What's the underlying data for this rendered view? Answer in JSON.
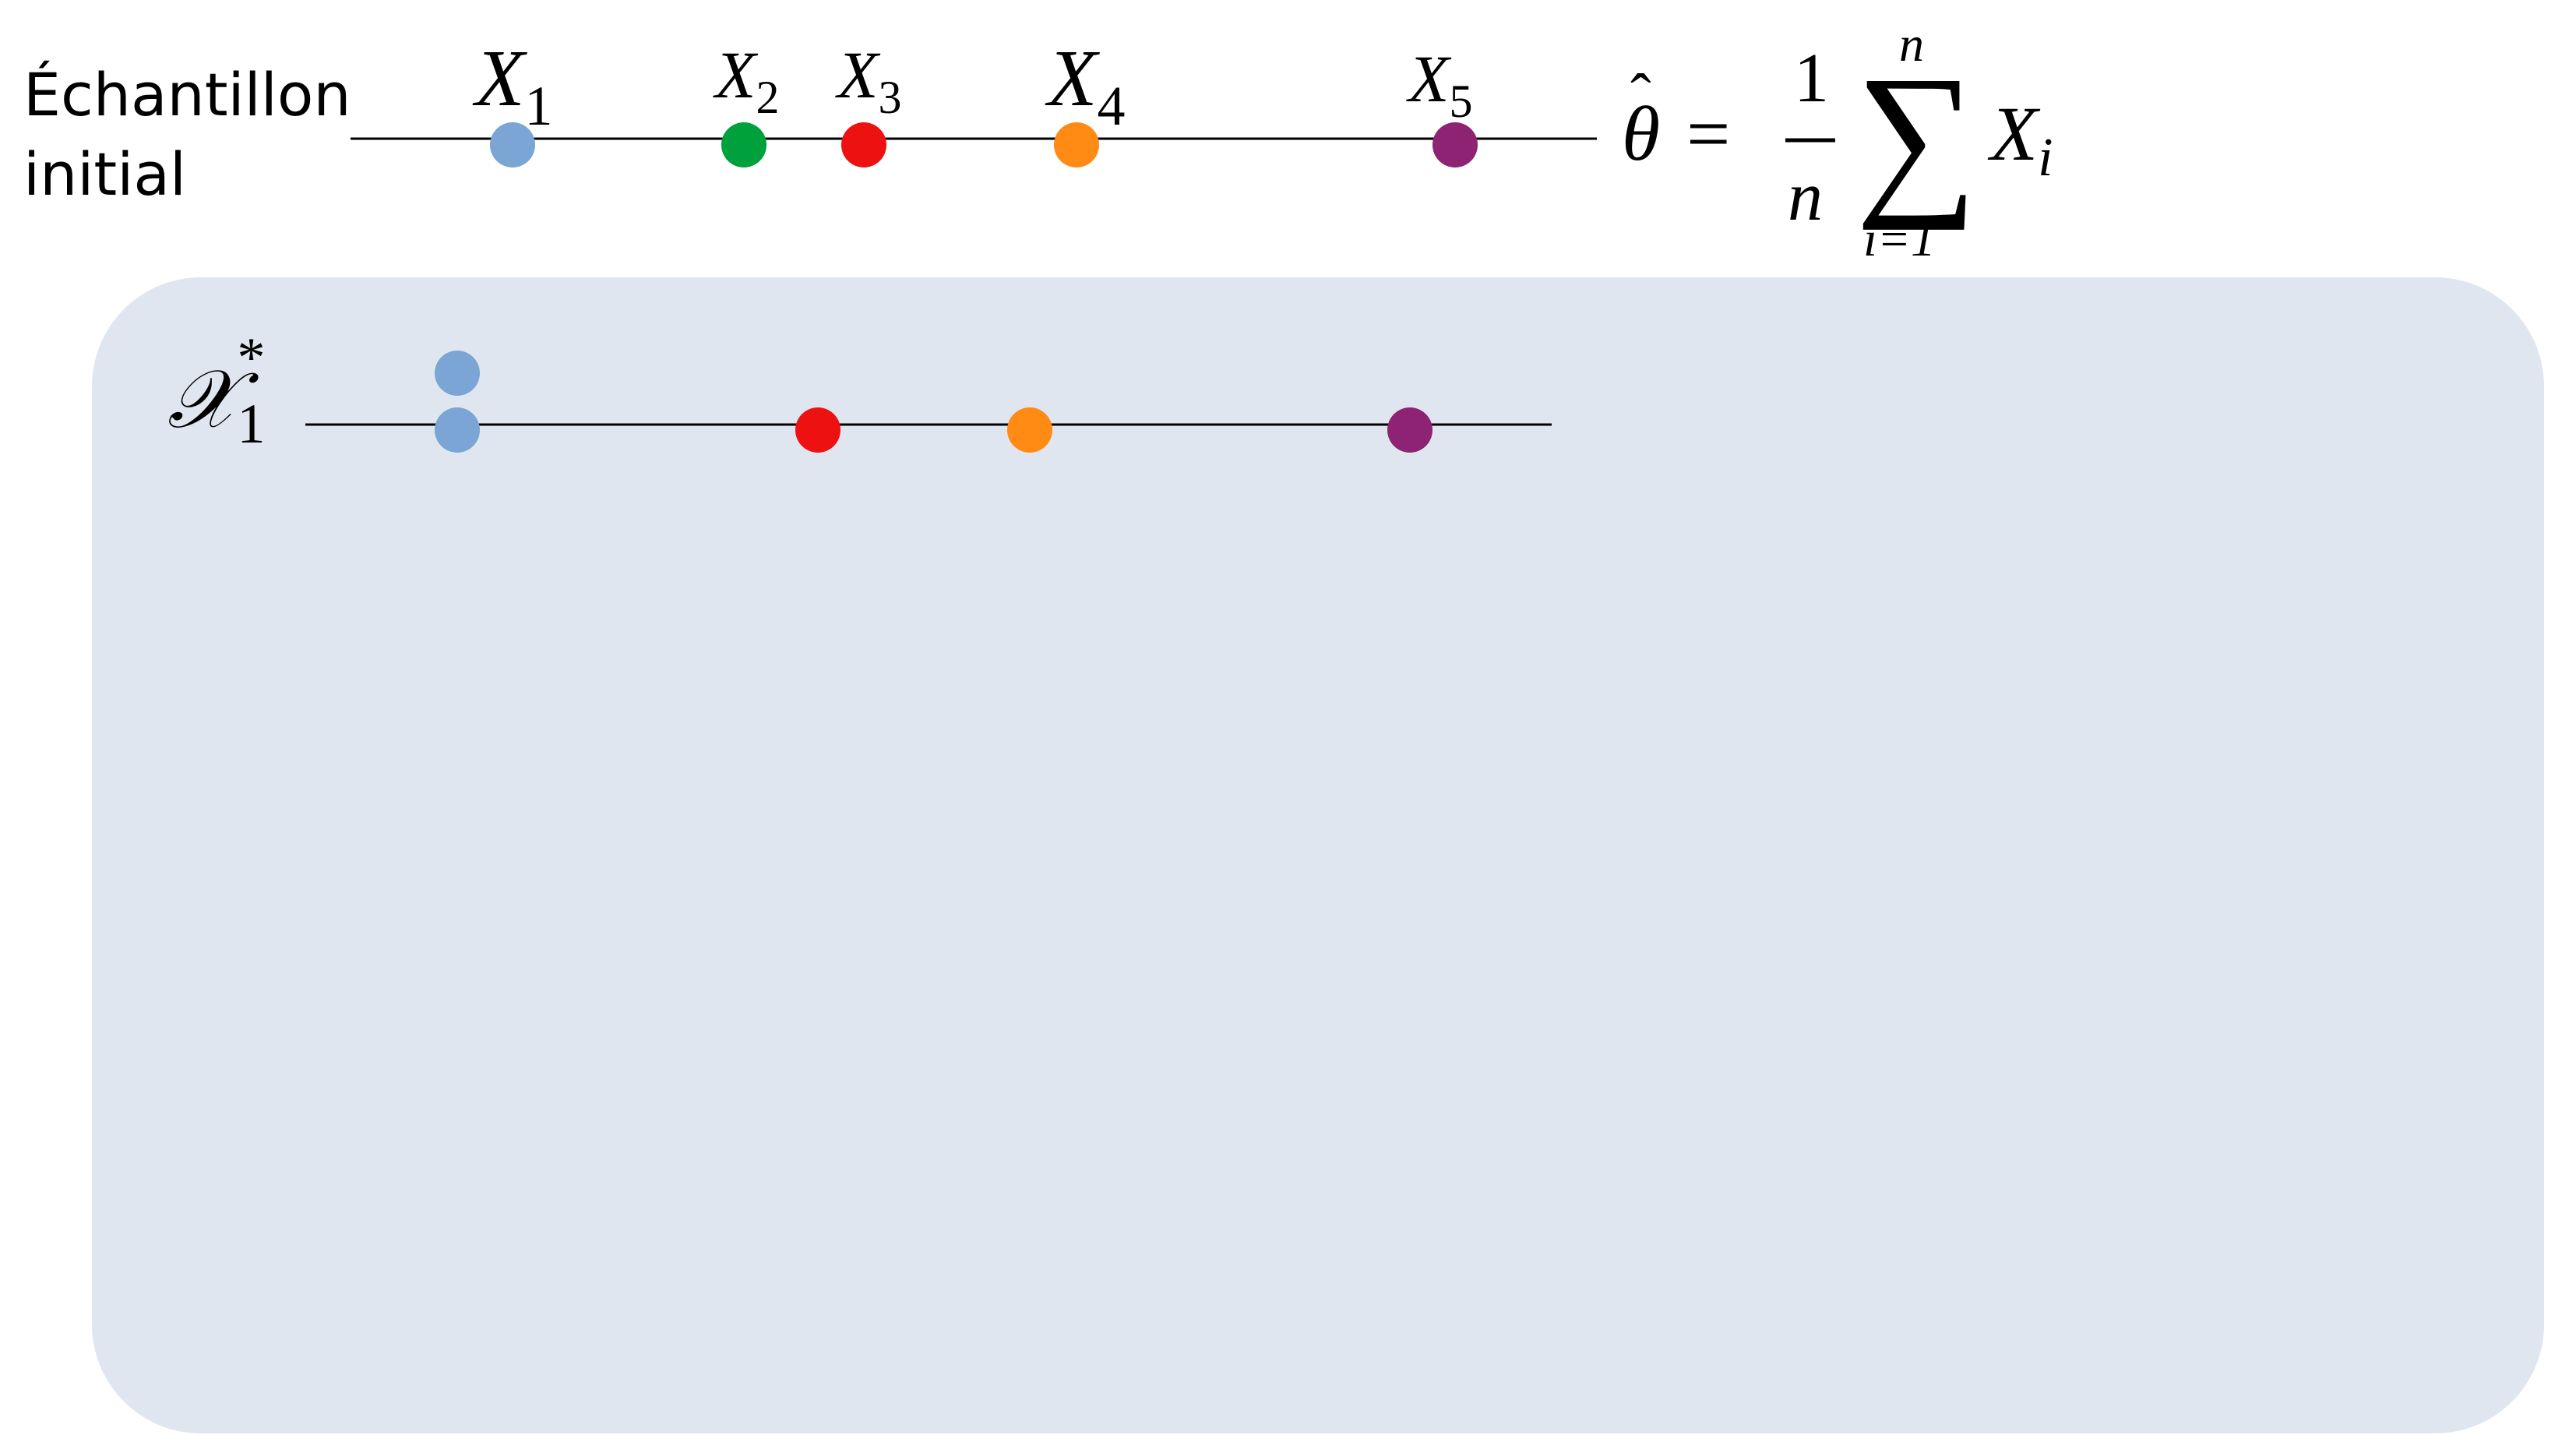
{
  "initial_sample": {
    "label_line1": "Échantillon",
    "label_line2": "initial",
    "points": [
      {
        "var": "X",
        "sub": "1",
        "color": "#7AA5D4"
      },
      {
        "var": "X",
        "sub": "2",
        "color": "#00A03C"
      },
      {
        "var": "X",
        "sub": "3",
        "color": "#EE1111"
      },
      {
        "var": "X",
        "sub": "4",
        "color": "#FF8A14"
      },
      {
        "var": "X",
        "sub": "5",
        "color": "#8E2273"
      }
    ]
  },
  "estimator": {
    "theta": "θ",
    "hat": "ˆ",
    "equals": "=",
    "numerator": "1",
    "denominator": "n",
    "sum": "∑",
    "upper": "n",
    "lower": "i=1",
    "term": "X",
    "term_sub": "i"
  },
  "resample": {
    "label": "𝒳",
    "label_sub": "1",
    "label_sup": "*",
    "points": [
      {
        "ref": "X1",
        "color": "#7AA5D4",
        "stacked": 2
      },
      {
        "ref": "X3",
        "color": "#EE1111",
        "stacked": 1
      },
      {
        "ref": "X4",
        "color": "#FF8A14",
        "stacked": 1
      },
      {
        "ref": "X5",
        "color": "#8E2273",
        "stacked": 1
      }
    ]
  },
  "colors": {
    "panel": "#DFE6EF",
    "line": "#000000"
  }
}
